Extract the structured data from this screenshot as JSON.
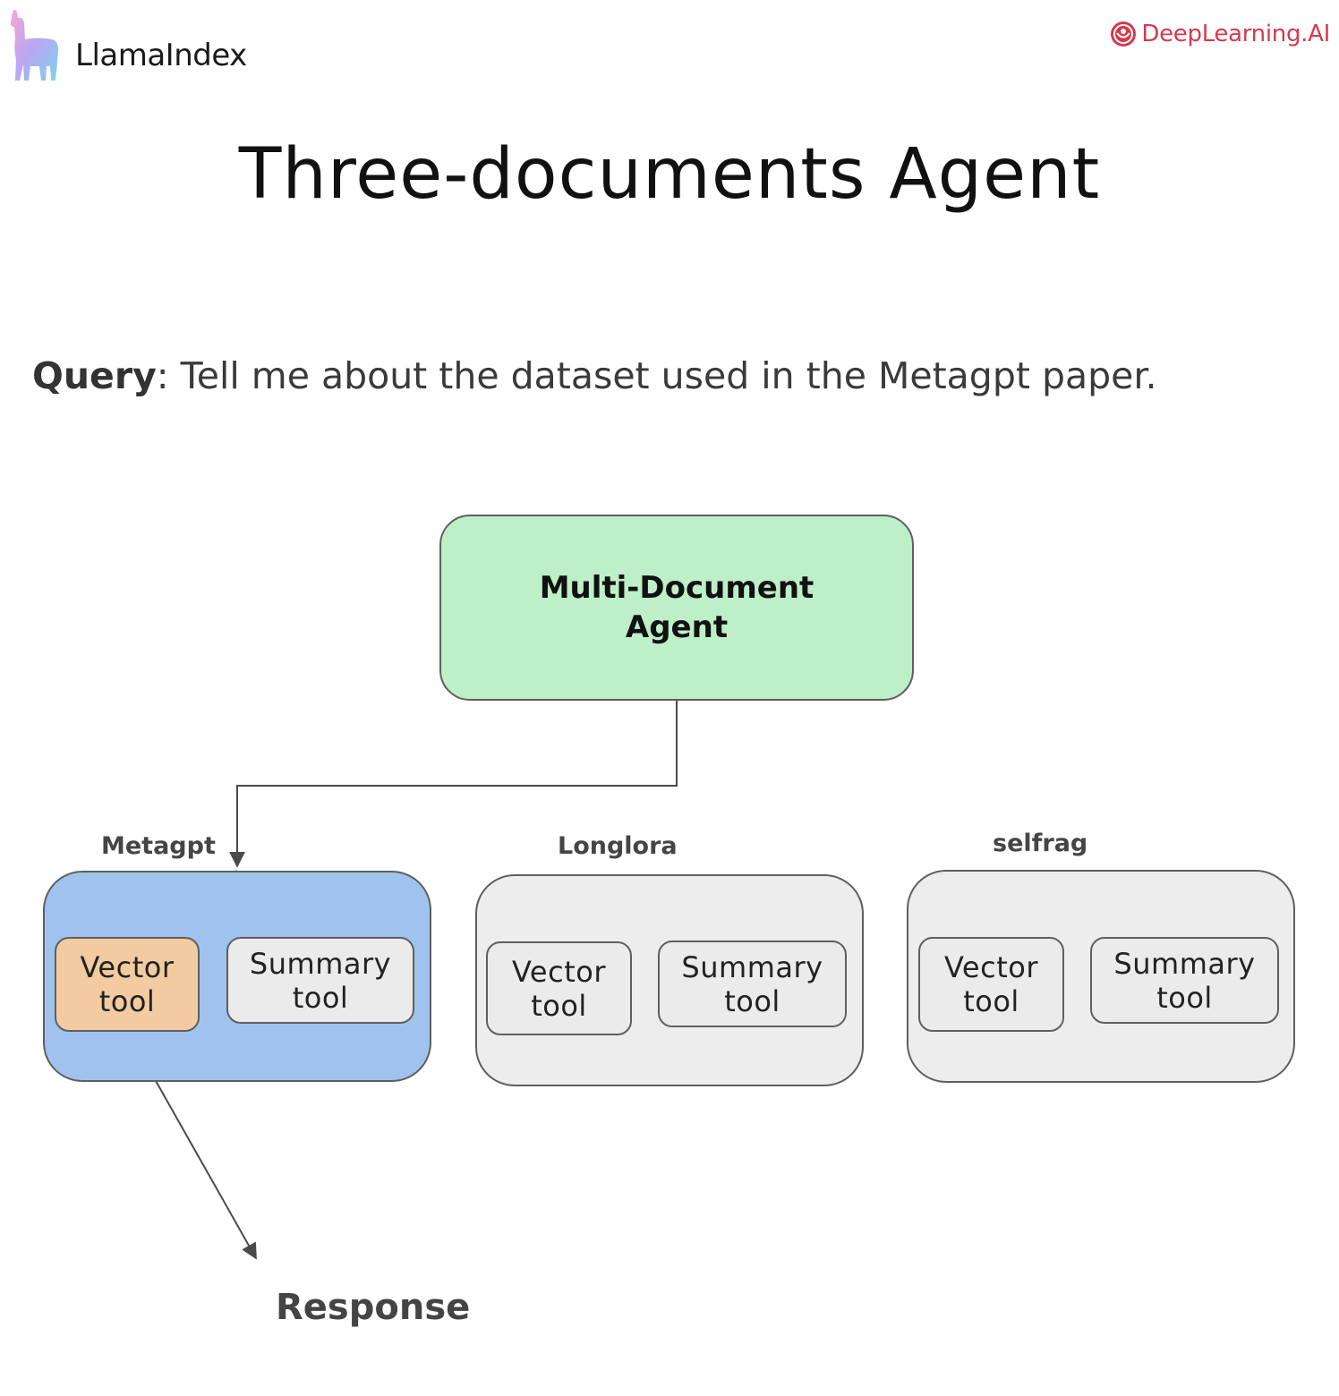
{
  "branding": {
    "left_logo_icon": "llama-icon",
    "left_name": "LlamaIndex",
    "right_logo_icon": "deeplearning-icon",
    "right_name": "DeepLearning.AI",
    "right_color": "#d43a4e"
  },
  "title": "Three-documents Agent",
  "query": {
    "label": "Query",
    "text": ": Tell me about the dataset used in the Metagpt paper."
  },
  "diagram": {
    "agent": {
      "line1": "Multi-Document",
      "line2": "Agent",
      "color": "#bdefc8"
    },
    "groups": [
      {
        "label": "Metagpt",
        "active": true,
        "color": "#9fc3ed",
        "tools": [
          {
            "line1": "Vector",
            "line2": "tool",
            "active": true,
            "color": "#f3cba0"
          },
          {
            "line1": "Summary",
            "line2": "tool",
            "active": false
          }
        ]
      },
      {
        "label": "Longlora",
        "active": false,
        "color": "#ededed",
        "tools": [
          {
            "line1": "Vector",
            "line2": "tool",
            "active": false
          },
          {
            "line1": "Summary",
            "line2": "tool",
            "active": false
          }
        ]
      },
      {
        "label": "selfrag",
        "active": false,
        "color": "#ededed",
        "tools": [
          {
            "line1": "Vector",
            "line2": "tool",
            "active": false
          },
          {
            "line1": "Summary",
            "line2": "tool",
            "active": false
          }
        ]
      }
    ],
    "response": "Response"
  }
}
